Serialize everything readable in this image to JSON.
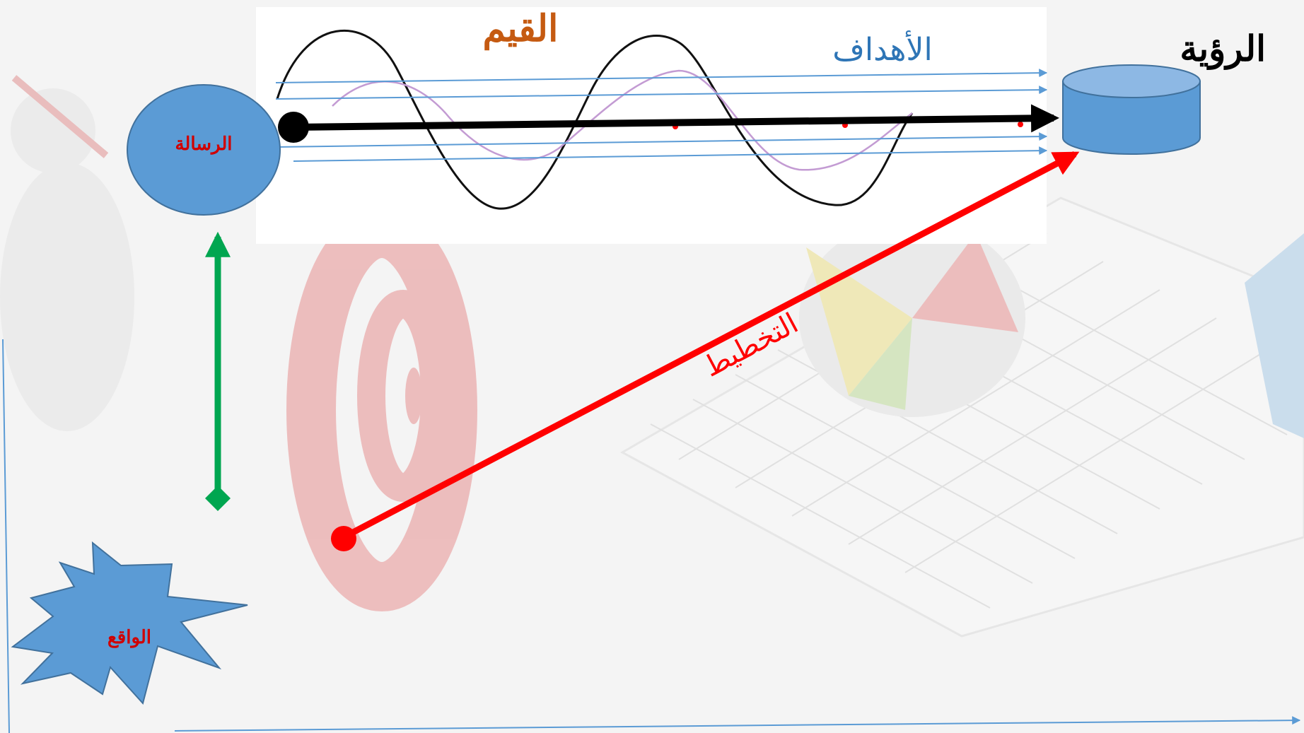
{
  "labels": {
    "vision": "الرؤية",
    "values": "القيم",
    "goals": "الأهداف",
    "mission": "الرسالة",
    "planning": "التخطيط",
    "reality": "الواقع"
  },
  "colors": {
    "shape_fill": "#5b9bd5",
    "shape_stroke": "#41719c",
    "values_text": "#c55a11",
    "goals_text": "#2e75b6",
    "goal_lines": "#5b9bd5",
    "mission_text": "#d00000",
    "planning": "#ff0000",
    "reality_arrow": "#00a650",
    "main_arrow": "#000000",
    "sine_dark": "#111111",
    "sine_light": "#c39bd3"
  }
}
